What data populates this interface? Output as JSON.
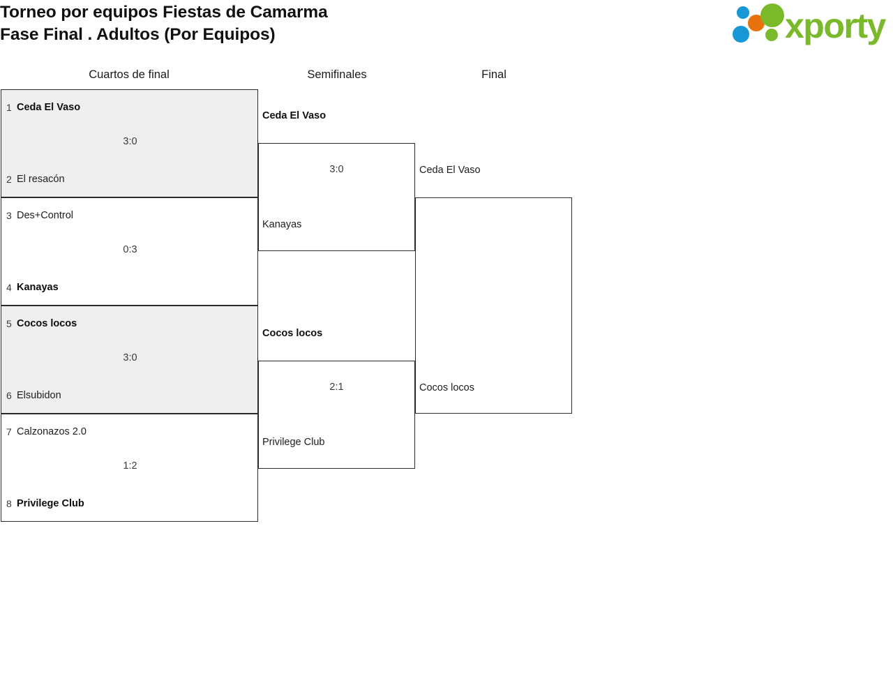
{
  "header": {
    "title": "Torneo por equipos Fiestas de Camarma\nFase Final . Adultos (Por Equipos)",
    "title_line1": "Torneo por equipos Fiestas de Camarma",
    "title_line2": "Fase Final . Adultos (Por Equipos)"
  },
  "logo": {
    "name": "xporty-logo",
    "wordmark": "xporty",
    "colors": {
      "green": "#7ab929",
      "orange": "#e8730c",
      "blue": "#1797d6"
    }
  },
  "rounds": [
    {
      "id": "quarterfinals",
      "label": "Cuartos de final"
    },
    {
      "id": "semifinals",
      "label": "Semifinales"
    },
    {
      "id": "final",
      "label": "Final"
    }
  ],
  "quarterfinals": [
    {
      "id": "qf1",
      "shaded": true,
      "score": "3:0",
      "top": {
        "seed": "1",
        "team": "Ceda El Vaso",
        "winner": true
      },
      "bottom": {
        "seed": "2",
        "team": "El resacón",
        "winner": false
      }
    },
    {
      "id": "qf2",
      "shaded": false,
      "score": "0:3",
      "top": {
        "seed": "3",
        "team": "Des+Control",
        "winner": false
      },
      "bottom": {
        "seed": "4",
        "team": "Kanayas",
        "winner": true
      }
    },
    {
      "id": "qf3",
      "shaded": true,
      "score": "3:0",
      "top": {
        "seed": "5",
        "team": "Cocos locos",
        "winner": true
      },
      "bottom": {
        "seed": "6",
        "team": "Elsubidon",
        "winner": false
      }
    },
    {
      "id": "qf4",
      "shaded": false,
      "score": "1:2",
      "top": {
        "seed": "7",
        "team": "Calzonazos 2.0",
        "winner": false
      },
      "bottom": {
        "seed": "8",
        "team": "Privilege Club",
        "winner": true
      }
    }
  ],
  "semifinals": [
    {
      "id": "sf1",
      "score": "3:0",
      "top": {
        "team": "Ceda El Vaso",
        "winner": true
      },
      "bottom": {
        "team": "Kanayas",
        "winner": false
      }
    },
    {
      "id": "sf2",
      "score": "2:1",
      "top": {
        "team": "Cocos locos",
        "winner": true
      },
      "bottom": {
        "team": "Privilege Club",
        "winner": false
      }
    }
  ],
  "final": {
    "id": "final1",
    "score": "",
    "top": {
      "team": "Ceda El Vaso",
      "winner": false
    },
    "bottom": {
      "team": "Cocos locos",
      "winner": false
    }
  }
}
